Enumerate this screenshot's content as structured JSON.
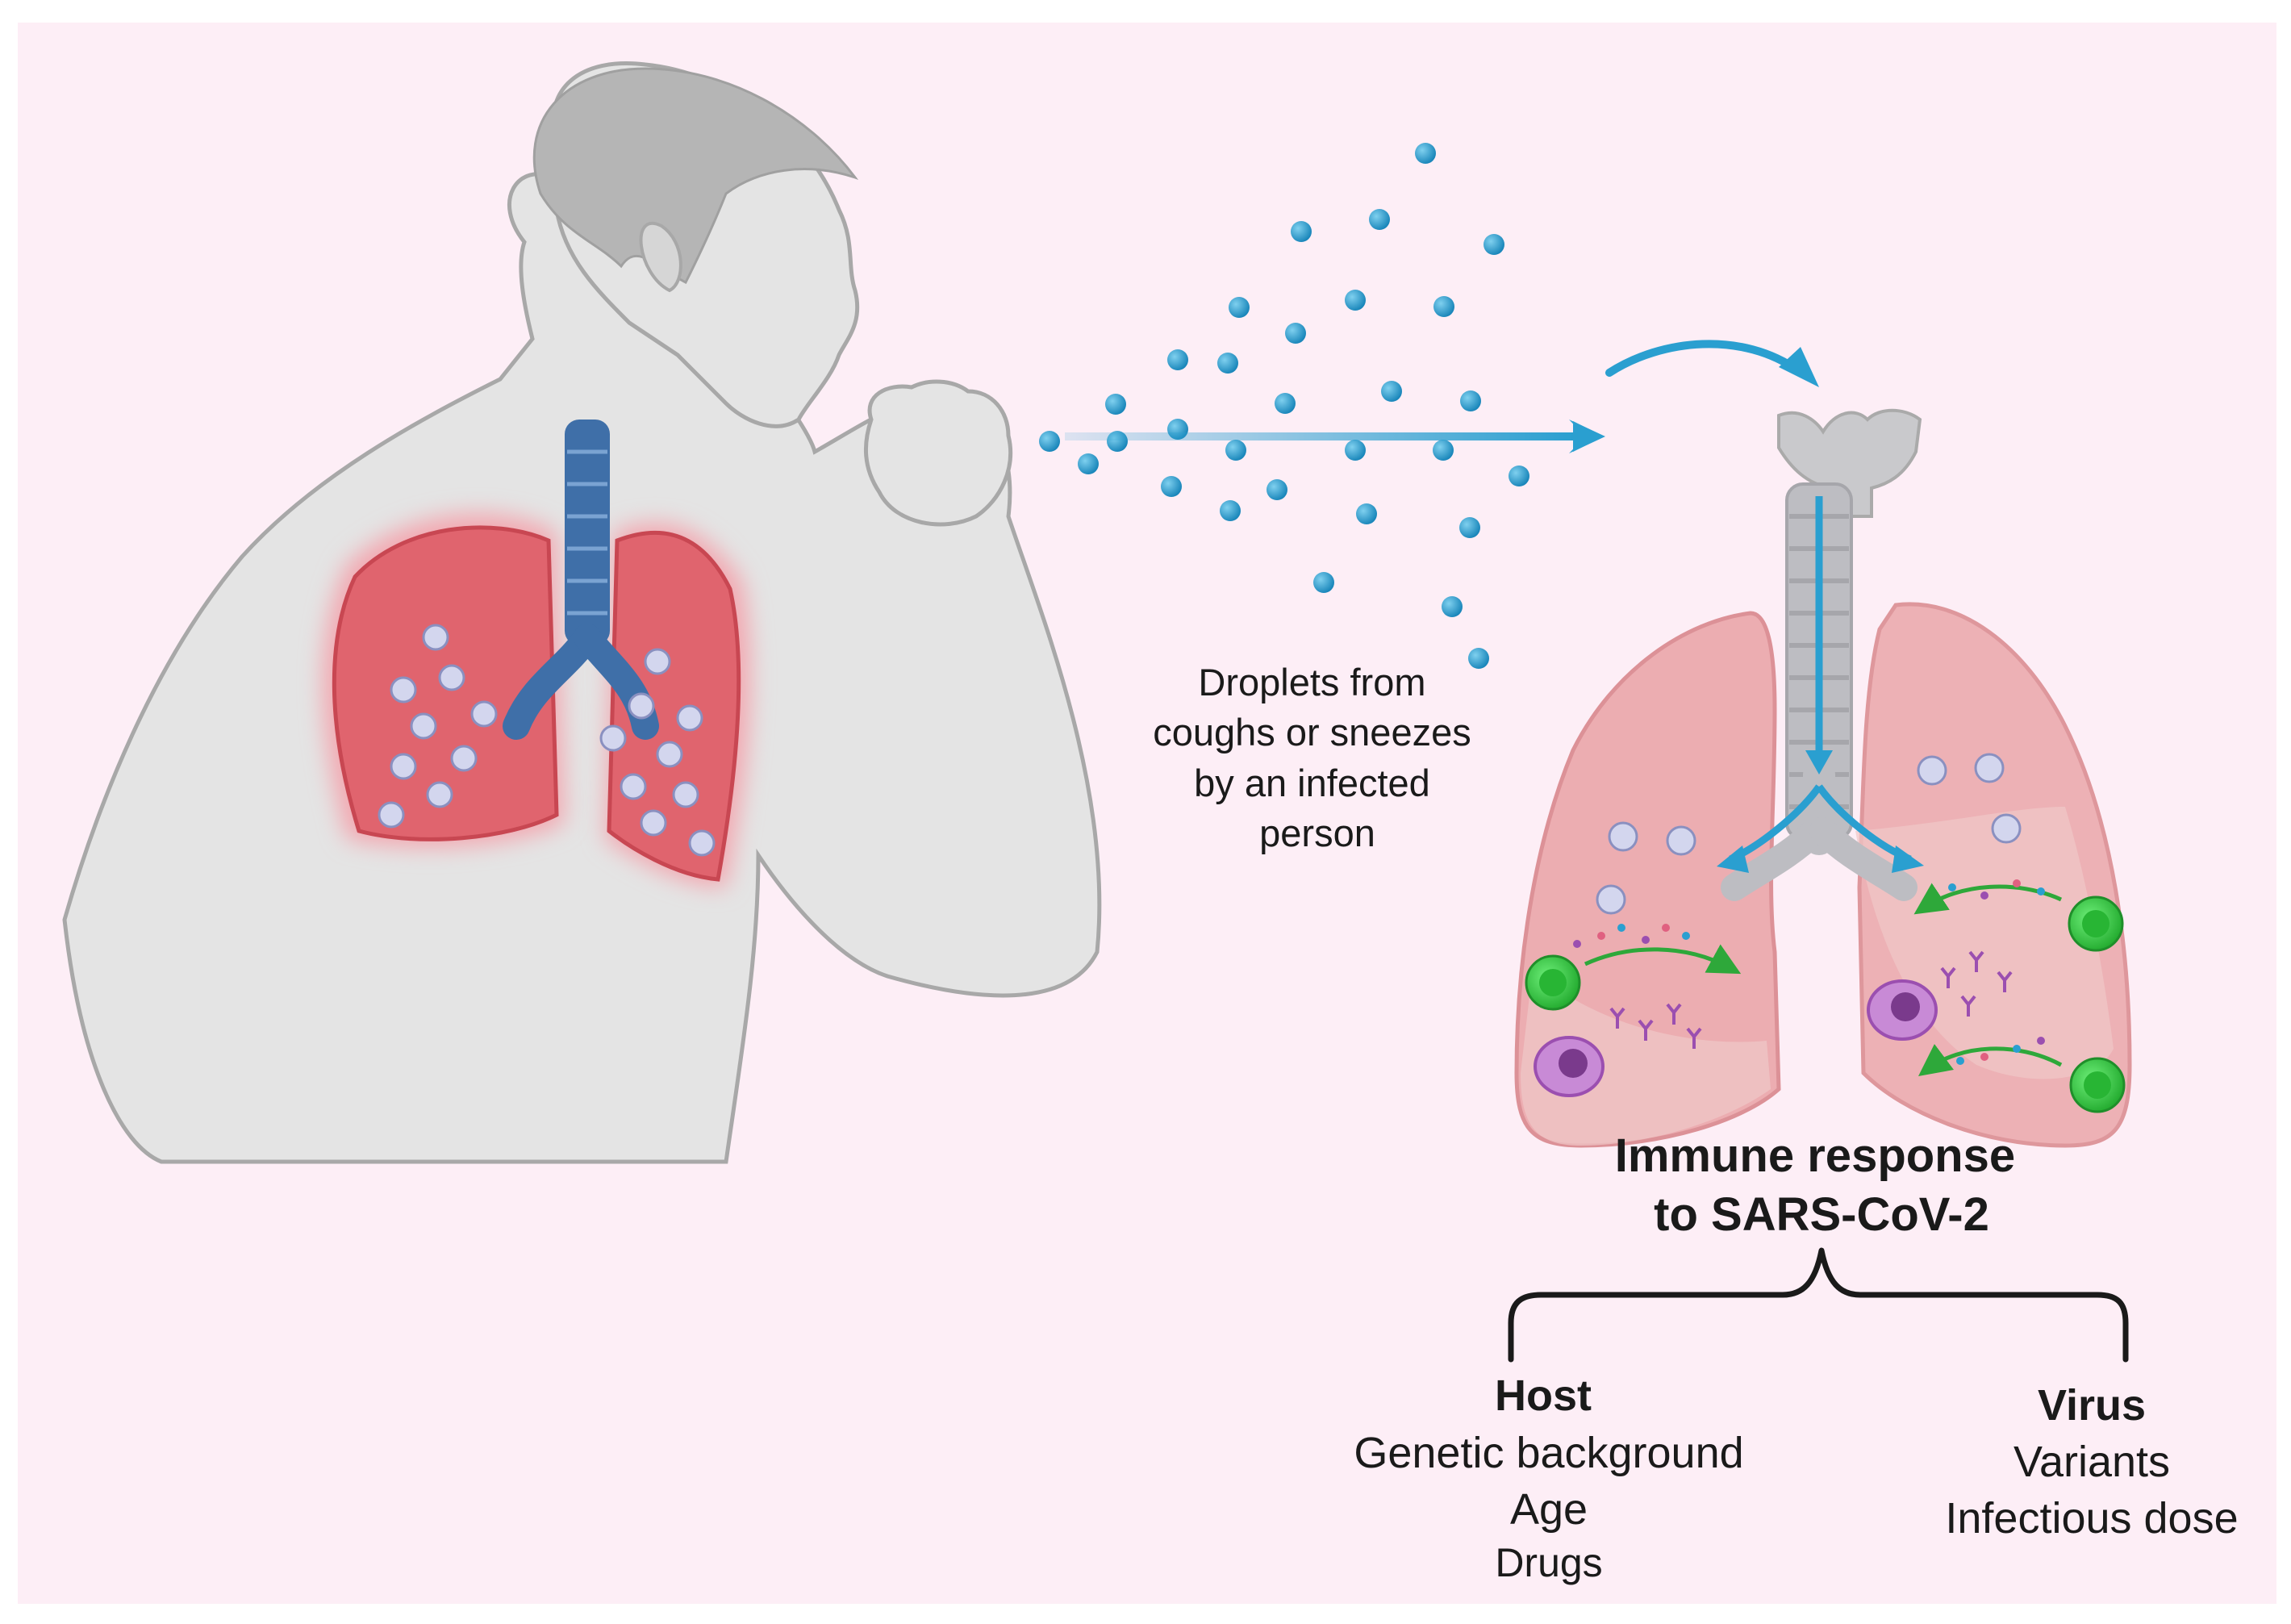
{
  "labels": {
    "droplets": [
      "Droplets from",
      "coughs or sneezes",
      "by an infected",
      "person"
    ],
    "immune_title": [
      "Immune response",
      "to SARS-CoV-2"
    ],
    "host": {
      "title": "Host",
      "items": [
        "Genetic background",
        "Age",
        "Drugs"
      ]
    },
    "virus": {
      "title": "Virus",
      "items": [
        "Variants",
        "Infectious dose"
      ]
    }
  },
  "colors": {
    "background": "#fdeef6",
    "skin": "#e4e4e4",
    "skin_outline": "#a8a8a8",
    "hair": "#b5b5b5",
    "infected_lung": "#e0646e",
    "infected_glow": "#f3a7b0",
    "airway": "#3f6fa8",
    "droplet": "#1e95c8",
    "arrow": "#2a9fd0",
    "lung_right": "#e8a8aa",
    "virus": "#d3d6ee",
    "immune_cell": "#3fd04a",
    "macrophage": "#9b4fb0",
    "text": "#1a1a1a"
  },
  "icons": [
    "person-coughing",
    "droplet",
    "virus-particle",
    "lung",
    "trachea",
    "immune-cell",
    "macrophage",
    "antibody",
    "bracket"
  ]
}
